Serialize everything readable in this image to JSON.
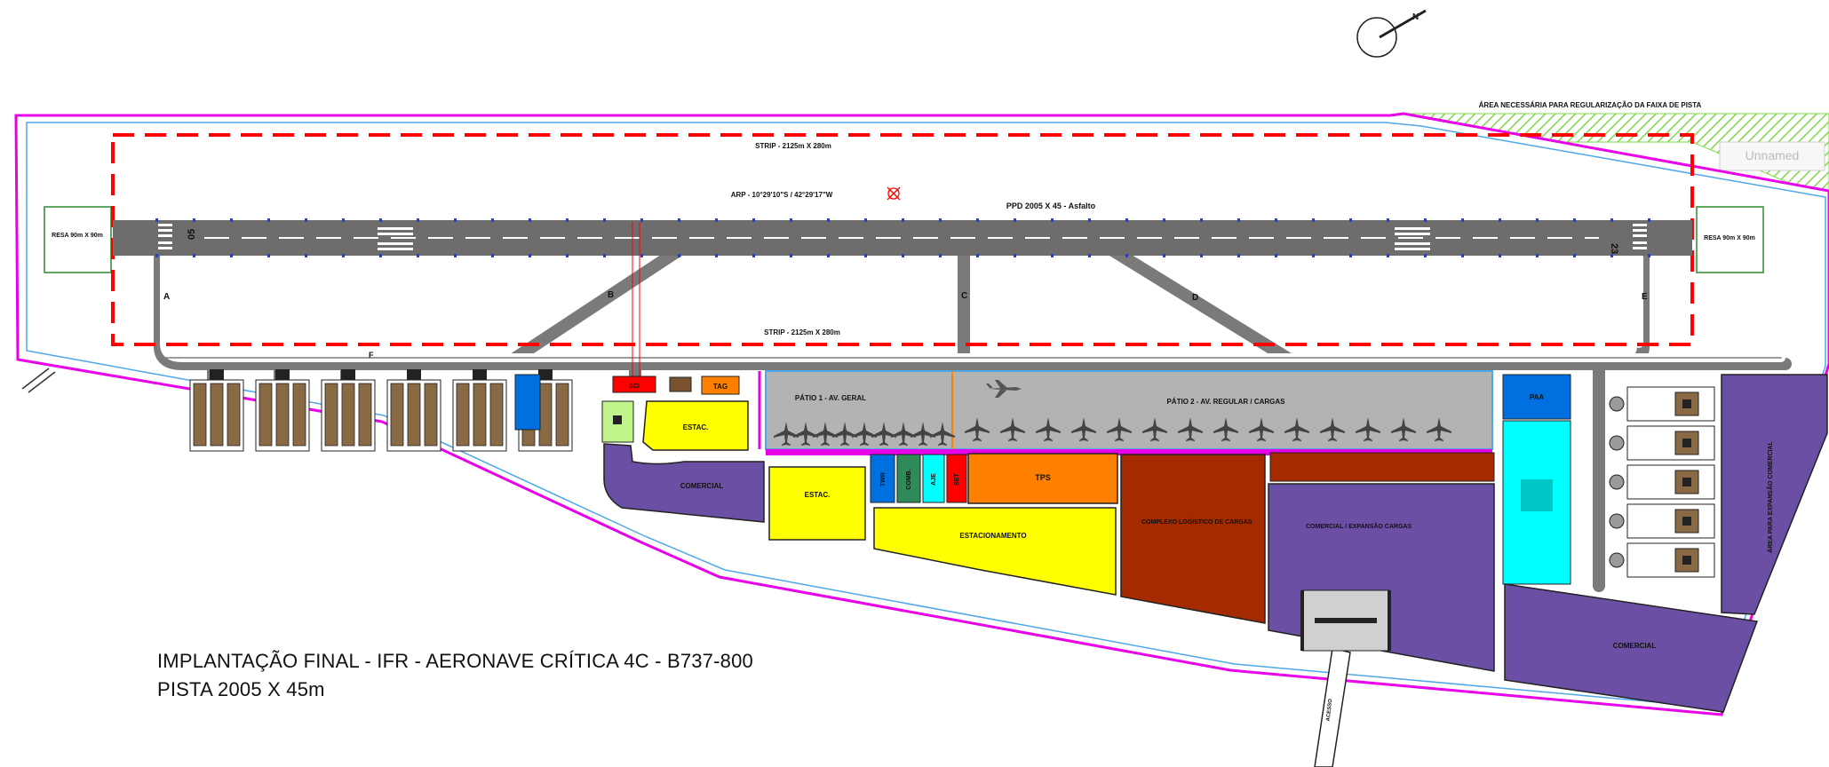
{
  "caption": {
    "line1": "IMPLANTAÇÃO FINAL - IFR - AERONAVE CRÍTICA 4C - B737-800",
    "line2": "PISTA 2005 X 45m"
  },
  "labels": {
    "area_faixa": "ÁREA NECESSÁRIA PARA REGULARIZAÇÃO DA FAIXA DE PISTA",
    "unnamed": "Unnamed",
    "strip_top": "STRIP - 2125m X 280m",
    "strip_bottom": "STRIP - 2125m X 280m",
    "arp": "ARP - 10°29'10\"S / 42°29'17\"W",
    "ppd": "PPD 2005 X 45 - Asfalto",
    "resa_left": "RESA 90m X 90m",
    "resa_right": "RESA 90m X 90m",
    "thr_left": "05",
    "thr_right": "23",
    "twy_a": "A",
    "twy_b": "B",
    "twy_c": "C",
    "twy_d": "D",
    "twy_e": "E",
    "twy_f": "F",
    "patio1": "PÁTIO 1 - AV. GERAL",
    "patio2": "PÁTIO 2 - AV. REGULAR / CARGAS",
    "estac1": "ESTAC.",
    "estac2": "ESTAC.",
    "estac3": "ESTACIONAMENTO",
    "comercial1": "COMERCIAL",
    "comercial_cargas": "COMERCIAL / EXPANSÃO CARGAS",
    "comercial3": "COMERCIAL",
    "complexo": "COMPLEXO LOGÍSTICO DE CARGAS",
    "tps": "TPS",
    "tag": "TAG",
    "paa": "PAA",
    "scinc": "SCI",
    "tws": "TWR",
    "cmbs": "COMB.",
    "aje": "AJE",
    "set": "SET",
    "area_exp": "ÁREA PARA EXPANSÃO COMERCIAL",
    "access": "ACESSO"
  },
  "colors": {
    "pink_boundary": "#e800e8",
    "red_strip": "#ff0000",
    "runway": "#6d6d6d",
    "apron": "#b3b3b3",
    "yellow": "#ffff00",
    "purple": "#6b4fa5",
    "orange": "#ff8000",
    "brown": "#a52a00",
    "cyan": "#00ffff",
    "blue": "#0070e0",
    "green": "#9bde00",
    "light_green": "#bff58b"
  }
}
